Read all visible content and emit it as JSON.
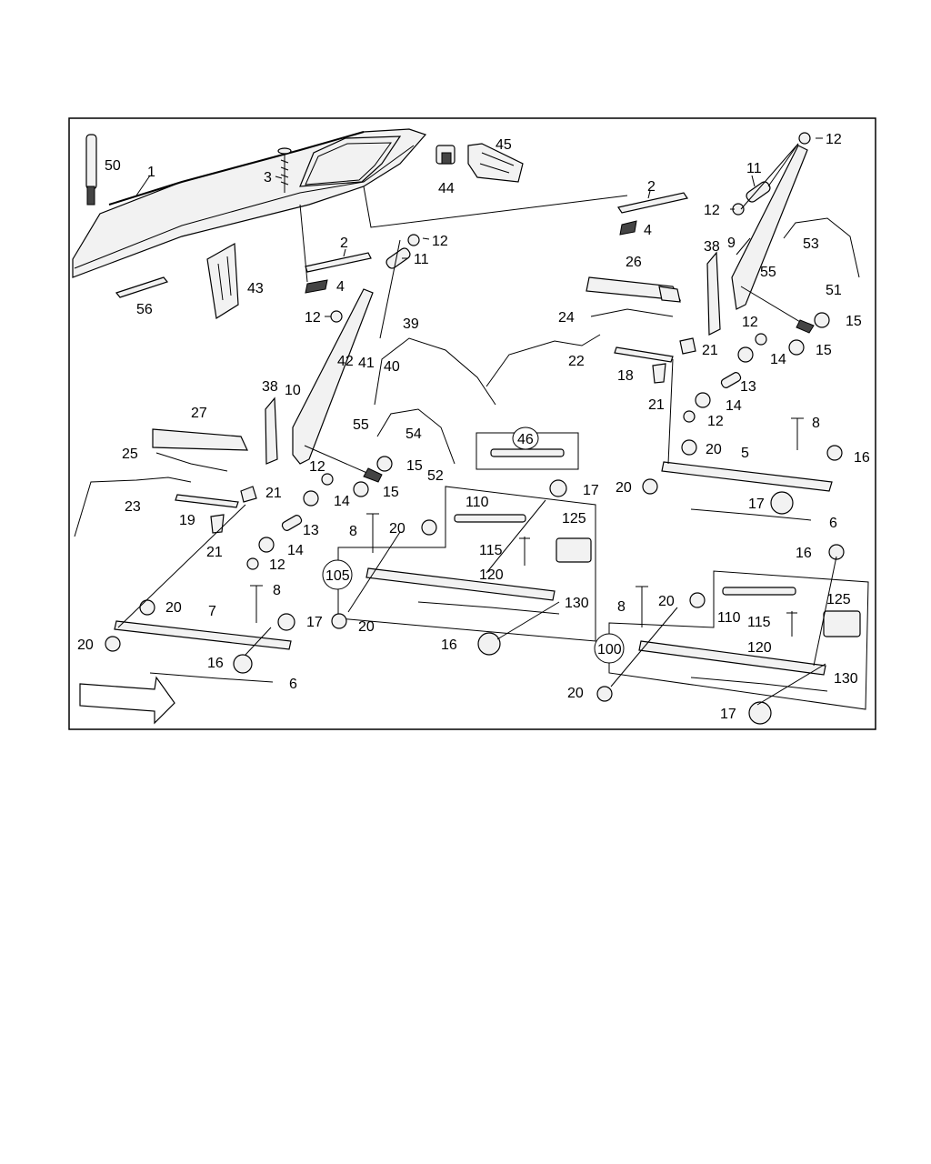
{
  "labels": {
    "p50": "50",
    "p1": "1",
    "p3": "3",
    "p44": "44",
    "p45": "45",
    "p12a": "12",
    "p11a": "11",
    "p2a": "2",
    "p4a": "4",
    "p12b": "12",
    "p2b": "2",
    "p12c": "12",
    "p11b": "11",
    "p4b": "4",
    "p43": "43",
    "p56": "56",
    "p12d": "12",
    "p9": "9",
    "p38a": "38",
    "p53": "53",
    "p26": "26",
    "p55a": "55",
    "p51": "51",
    "p15a": "15",
    "p12e": "12",
    "p24": "24",
    "p15b": "15",
    "p21a": "21",
    "p14a": "14",
    "p22": "22",
    "p18": "18",
    "p13a": "13",
    "p14b": "14",
    "p21b": "21",
    "p12f": "12",
    "p39": "39",
    "p42": "42",
    "p41": "41",
    "p40": "40",
    "p10": "10",
    "p38b": "38",
    "p27": "27",
    "p55b": "55",
    "p54": "54",
    "p46": "46",
    "p25": "25",
    "p12g": "12",
    "p15c": "15",
    "p52": "52",
    "p15d": "15",
    "p23": "23",
    "p21c": "21",
    "p14c": "14",
    "p19": "19",
    "p13b": "13",
    "p21d": "21",
    "p14d": "14",
    "p12h": "12",
    "p8a": "8",
    "p20a": "20",
    "p5": "5",
    "p16a": "16",
    "p20b": "20",
    "p17a": "17",
    "p6a": "6",
    "p110a": "110",
    "p125a": "125",
    "p17b": "17",
    "p8b": "8",
    "p20c": "20",
    "p115a": "115",
    "p120a": "120",
    "p105": "105",
    "p130a": "130",
    "p20d": "20",
    "p16b": "16",
    "p8c": "8",
    "p20e": "20",
    "p7": "7",
    "p17c": "17",
    "p20f": "20",
    "p16c": "16",
    "p6b": "6",
    "p16d": "16",
    "p125b": "125",
    "p110b": "110",
    "p8d": "8",
    "p20g": "20",
    "p115b": "115",
    "p120b": "120",
    "p100": "100",
    "p130b": "130",
    "p20h": "20",
    "p17d": "17"
  }
}
